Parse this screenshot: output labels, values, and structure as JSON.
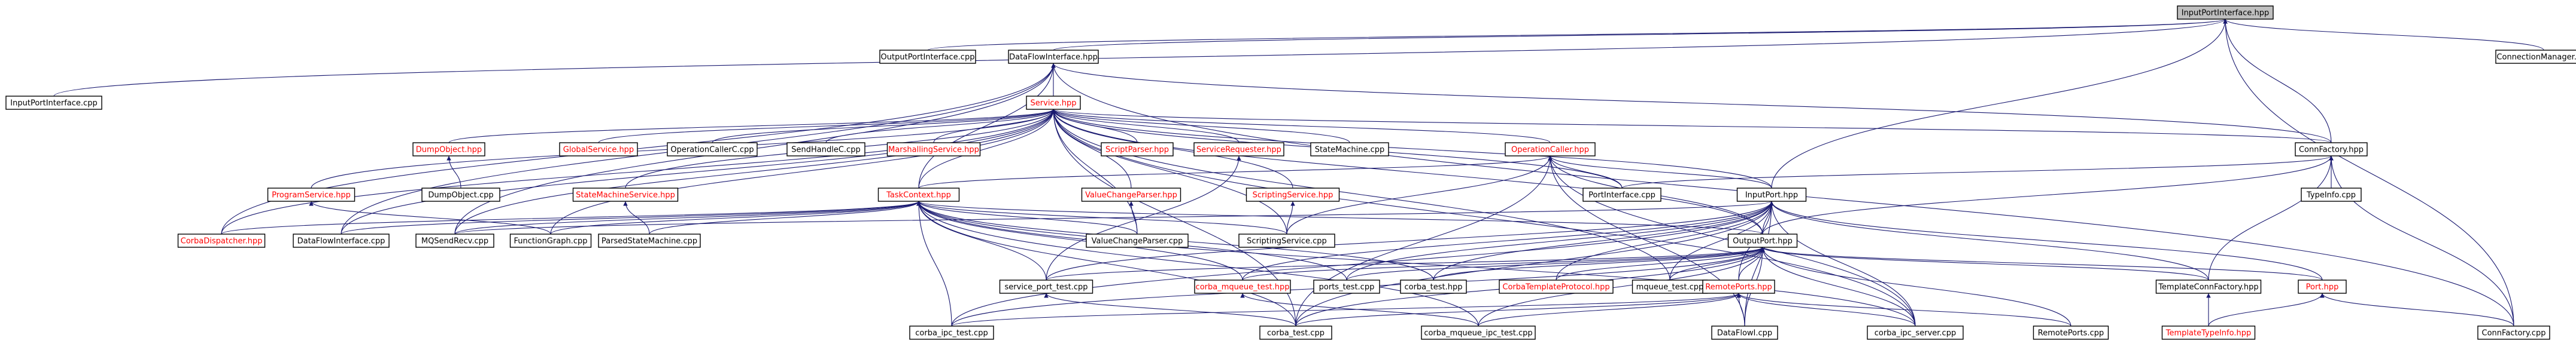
{
  "colors": {
    "edge": "#191970",
    "include_edge": "#ff69b4",
    "root_fill": "#bfbfbf",
    "label_plain": "#000000",
    "label_link": "#ff0000"
  },
  "nodes": [
    {
      "id": "n_iface",
      "label": "InputPortInterface.hpp",
      "style": "root"
    },
    {
      "id": "n_oppc",
      "label": "OutputPortInterface.cpp",
      "style": "plain"
    },
    {
      "id": "n_dfi",
      "label": "DataFlowInterface.hpp",
      "style": "plain"
    },
    {
      "id": "n_connmgr",
      "label": "ConnectionManager.cpp",
      "style": "plain"
    },
    {
      "id": "n_ipic",
      "label": "InputPortInterface.cpp",
      "style": "plain"
    },
    {
      "id": "n_service",
      "label": "Service.hpp",
      "style": "red"
    },
    {
      "id": "n_dumpobj",
      "label": "DumpObject.hpp",
      "style": "red"
    },
    {
      "id": "n_globsvc",
      "label": "GlobalService.hpp",
      "style": "red"
    },
    {
      "id": "n_opcallerc",
      "label": "OperationCallerC.cpp",
      "style": "plain"
    },
    {
      "id": "n_sendhandlec",
      "label": "SendHandleC.cpp",
      "style": "plain"
    },
    {
      "id": "n_marshsvc",
      "label": "MarshallingService.hpp",
      "style": "red"
    },
    {
      "id": "n_scriptparser",
      "label": "ScriptParser.hpp",
      "style": "red"
    },
    {
      "id": "n_svcreq",
      "label": "ServiceRequester.hpp",
      "style": "red"
    },
    {
      "id": "n_statemach",
      "label": "StateMachine.cpp",
      "style": "plain"
    },
    {
      "id": "n_opcaller",
      "label": "OperationCaller.hpp",
      "style": "red"
    },
    {
      "id": "n_connfact",
      "label": "ConnFactory.hpp",
      "style": "plain"
    },
    {
      "id": "n_dumpobjcpp",
      "label": "DumpObject.cpp",
      "style": "plain"
    },
    {
      "id": "n_progsvc",
      "label": "ProgramService.hpp",
      "style": "red"
    },
    {
      "id": "n_smsvc",
      "label": "StateMachineService.hpp",
      "style": "red"
    },
    {
      "id": "n_taskctx",
      "label": "TaskContext.hpp",
      "style": "red"
    },
    {
      "id": "n_valchgparser",
      "label": "ValueChangeParser.hpp",
      "style": "red"
    },
    {
      "id": "n_scriptsvc",
      "label": "ScriptingService.hpp",
      "style": "red"
    },
    {
      "id": "n_portiface",
      "label": "PortInterface.cpp",
      "style": "plain"
    },
    {
      "id": "n_inputport",
      "label": "InputPort.hpp",
      "style": "plain"
    },
    {
      "id": "n_typeinfo",
      "label": "TypeInfo.cpp",
      "style": "plain"
    },
    {
      "id": "n_corbadisp",
      "label": "CorbaDispatcher.hpp",
      "style": "red"
    },
    {
      "id": "n_dficpp",
      "label": "DataFlowInterface.cpp",
      "style": "plain"
    },
    {
      "id": "n_mqsend",
      "label": "MQSendRecv.cpp",
      "style": "plain"
    },
    {
      "id": "n_funcgraph",
      "label": "FunctionGraph.cpp",
      "style": "plain"
    },
    {
      "id": "n_parsedsm",
      "label": "ParsedStateMachine.cpp",
      "style": "plain"
    },
    {
      "id": "n_valchgcpp",
      "label": "ValueChangeParser.cpp",
      "style": "plain"
    },
    {
      "id": "n_scriptsvccpp",
      "label": "ScriptingService.cpp",
      "style": "plain"
    },
    {
      "id": "n_outputport",
      "label": "OutputPort.hpp",
      "style": "plain"
    },
    {
      "id": "n_svcporttest",
      "label": "service_port_test.cpp",
      "style": "plain"
    },
    {
      "id": "n_corbamqtest",
      "label": "corba_mqueue_test.hpp",
      "style": "red"
    },
    {
      "id": "n_portstest",
      "label": "ports_test.cpp",
      "style": "plain"
    },
    {
      "id": "n_corbatesthpp",
      "label": "corba_test.hpp",
      "style": "plain"
    },
    {
      "id": "n_corbatmplproto",
      "label": "CorbaTemplateProtocol.hpp",
      "style": "red"
    },
    {
      "id": "n_mqueuetest",
      "label": "mqueue_test.cpp",
      "style": "plain"
    },
    {
      "id": "n_tmplconnfact",
      "label": "TemplateConnFactory.hpp",
      "style": "plain"
    },
    {
      "id": "n_port",
      "label": "Port.hpp",
      "style": "red"
    },
    {
      "id": "n_remoteports",
      "label": "RemotePorts.hpp",
      "style": "red"
    },
    {
      "id": "n_corbaipctest",
      "label": "corba_ipc_test.cpp",
      "style": "plain"
    },
    {
      "id": "n_corbatestcpp",
      "label": "corba_test.cpp",
      "style": "plain"
    },
    {
      "id": "n_corbamqipc",
      "label": "corba_mqueue_ipc_test.cpp",
      "style": "plain"
    },
    {
      "id": "n_dataflowi",
      "label": "DataFlowI.cpp",
      "style": "plain"
    },
    {
      "id": "n_corbaipcsrv",
      "label": "corba_ipc_server.cpp",
      "style": "plain"
    },
    {
      "id": "n_remoteportscpp",
      "label": "RemotePorts.cpp",
      "style": "plain"
    },
    {
      "id": "n_tmpltypeinfo",
      "label": "TemplateTypeInfo.hpp",
      "style": "red"
    },
    {
      "id": "n_connfactcpp",
      "label": "ConnFactory.cpp",
      "style": "plain"
    }
  ],
  "edges": [
    [
      "n_iface",
      "n_oppc"
    ],
    [
      "n_iface",
      "n_dfi"
    ],
    [
      "n_iface",
      "n_ipic"
    ],
    [
      "n_iface",
      "n_connmgr"
    ],
    [
      "n_iface",
      "n_connfact"
    ],
    [
      "n_iface",
      "n_inputport"
    ],
    [
      "n_iface",
      "n_connfactcpp"
    ],
    [
      "n_dfi",
      "n_service"
    ],
    [
      "n_dfi",
      "n_taskctx"
    ],
    [
      "n_dfi",
      "n_dficpp"
    ],
    [
      "n_dfi",
      "n_corbadisp"
    ],
    [
      "n_dfi",
      "n_connfact"
    ],
    [
      "n_dfi",
      "n_connfactcpp"
    ],
    [
      "n_dfi",
      "n_mqsend"
    ],
    [
      "n_service",
      "n_dumpobj"
    ],
    [
      "n_service",
      "n_globsvc"
    ],
    [
      "n_service",
      "n_opcallerc"
    ],
    [
      "n_service",
      "n_sendhandlec"
    ],
    [
      "n_service",
      "n_marshsvc"
    ],
    [
      "n_service",
      "n_scriptparser"
    ],
    [
      "n_service",
      "n_svcreq"
    ],
    [
      "n_service",
      "n_statemach"
    ],
    [
      "n_service",
      "n_opcaller"
    ],
    [
      "n_service",
      "n_progsvc"
    ],
    [
      "n_service",
      "n_smsvc"
    ],
    [
      "n_service",
      "n_taskctx"
    ],
    [
      "n_service",
      "n_valchgparser"
    ],
    [
      "n_service",
      "n_scriptsvc"
    ],
    [
      "n_service",
      "n_portiface"
    ],
    [
      "n_service",
      "n_inputport"
    ],
    [
      "n_service",
      "n_outputport"
    ],
    [
      "n_service",
      "n_funcgraph"
    ],
    [
      "n_service",
      "n_corbadisp"
    ],
    [
      "n_service",
      "n_dficpp"
    ],
    [
      "n_service",
      "n_valchgcpp"
    ],
    [
      "n_service",
      "n_scriptsvccpp"
    ],
    [
      "n_service",
      "n_mqueuetest"
    ],
    [
      "n_service",
      "n_corbatestcpp"
    ],
    [
      "n_service",
      "n_corbaipcsrv"
    ],
    [
      "n_service",
      "n_connfact"
    ],
    [
      "n_service",
      "n_mqsend"
    ],
    [
      "n_dumpobj",
      "n_dumpobjcpp"
    ],
    [
      "n_opcaller",
      "n_portiface"
    ],
    [
      "n_opcaller",
      "n_inputport"
    ],
    [
      "n_opcaller",
      "n_outputport"
    ],
    [
      "n_opcaller",
      "n_scriptsvccpp"
    ],
    [
      "n_opcaller",
      "n_taskctx"
    ],
    [
      "n_opcaller",
      "n_corbatestcpp"
    ],
    [
      "n_opcaller",
      "n_dataflowi"
    ],
    [
      "n_opcaller",
      "n_corbaipcsrv"
    ],
    [
      "n_connfact",
      "n_portiface"
    ],
    [
      "n_connfact",
      "n_typeinfo"
    ],
    [
      "n_connfact",
      "n_tmplconnfact"
    ],
    [
      "n_connfact",
      "n_outputport"
    ],
    [
      "n_connfact",
      "n_connfactcpp"
    ],
    [
      "n_progsvc",
      "n_funcgraph"
    ],
    [
      "n_smsvc",
      "n_parsedsm"
    ],
    [
      "n_taskctx",
      "n_corbadisp"
    ],
    [
      "n_taskctx",
      "n_dficpp"
    ],
    [
      "n_taskctx",
      "n_mqsend"
    ],
    [
      "n_taskctx",
      "n_funcgraph"
    ],
    [
      "n_taskctx",
      "n_parsedsm"
    ],
    [
      "n_taskctx",
      "n_valchgcpp"
    ],
    [
      "n_taskctx",
      "n_scriptsvccpp"
    ],
    [
      "n_taskctx",
      "n_svcporttest"
    ],
    [
      "n_taskctx",
      "n_corbamqtest"
    ],
    [
      "n_taskctx",
      "n_portstest"
    ],
    [
      "n_taskctx",
      "n_corbatesthpp"
    ],
    [
      "n_taskctx",
      "n_corbaipctest"
    ],
    [
      "n_taskctx",
      "n_corbatestcpp"
    ],
    [
      "n_taskctx",
      "n_corbamqipc"
    ],
    [
      "n_taskctx",
      "n_corbaipcsrv"
    ],
    [
      "n_taskctx",
      "n_outputport"
    ],
    [
      "n_valchgparser",
      "n_valchgcpp"
    ],
    [
      "n_scriptsvc",
      "n_scriptsvccpp"
    ],
    [
      "n_svcreq",
      "n_svcporttest"
    ],
    [
      "n_inputport",
      "n_outputport"
    ],
    [
      "n_inputport",
      "n_svcporttest"
    ],
    [
      "n_inputport",
      "n_corbamqtest"
    ],
    [
      "n_inputport",
      "n_portstest"
    ],
    [
      "n_inputport",
      "n_corbatesthpp"
    ],
    [
      "n_inputport",
      "n_corbatmplproto"
    ],
    [
      "n_inputport",
      "n_mqueuetest"
    ],
    [
      "n_inputport",
      "n_tmplconnfact"
    ],
    [
      "n_inputport",
      "n_port"
    ],
    [
      "n_inputport",
      "n_remoteports"
    ],
    [
      "n_inputport",
      "n_corbaipctest"
    ],
    [
      "n_inputport",
      "n_corbatestcpp"
    ],
    [
      "n_inputport",
      "n_dataflowi"
    ],
    [
      "n_inputport",
      "n_corbaipcsrv"
    ],
    [
      "n_inputport",
      "n_mqsend"
    ],
    [
      "n_outputport",
      "n_svcporttest"
    ],
    [
      "n_outputport",
      "n_corbamqtest"
    ],
    [
      "n_outputport",
      "n_portstest"
    ],
    [
      "n_outputport",
      "n_corbatesthpp"
    ],
    [
      "n_outputport",
      "n_corbatmplproto"
    ],
    [
      "n_outputport",
      "n_mqueuetest"
    ],
    [
      "n_outputport",
      "n_tmplconnfact"
    ],
    [
      "n_outputport",
      "n_port"
    ],
    [
      "n_outputport",
      "n_remoteports"
    ],
    [
      "n_outputport",
      "n_corbaipctest"
    ],
    [
      "n_outputport",
      "n_corbatestcpp"
    ],
    [
      "n_outputport",
      "n_corbamqipc"
    ],
    [
      "n_outputport",
      "n_dataflowi"
    ],
    [
      "n_outputport",
      "n_corbaipcsrv"
    ],
    [
      "n_outputport",
      "n_remoteportscpp"
    ],
    [
      "n_corbamqtest",
      "n_corbamqipc"
    ],
    [
      "n_remoteports",
      "n_dataflowi"
    ],
    [
      "n_remoteports",
      "n_corbaipcsrv"
    ],
    [
      "n_remoteports",
      "n_corbatestcpp"
    ],
    [
      "n_remoteports",
      "n_corbaipctest"
    ],
    [
      "n_remoteports",
      "n_corbamqipc"
    ],
    [
      "n_remoteports",
      "n_remoteportscpp"
    ],
    [
      "n_tmplconnfact",
      "n_tmpltypeinfo"
    ],
    [
      "n_port",
      "n_connfactcpp"
    ],
    [
      "n_port",
      "n_tmpltypeinfo"
    ],
    [
      "n_svcporttest",
      "n_corbatestcpp"
    ]
  ]
}
